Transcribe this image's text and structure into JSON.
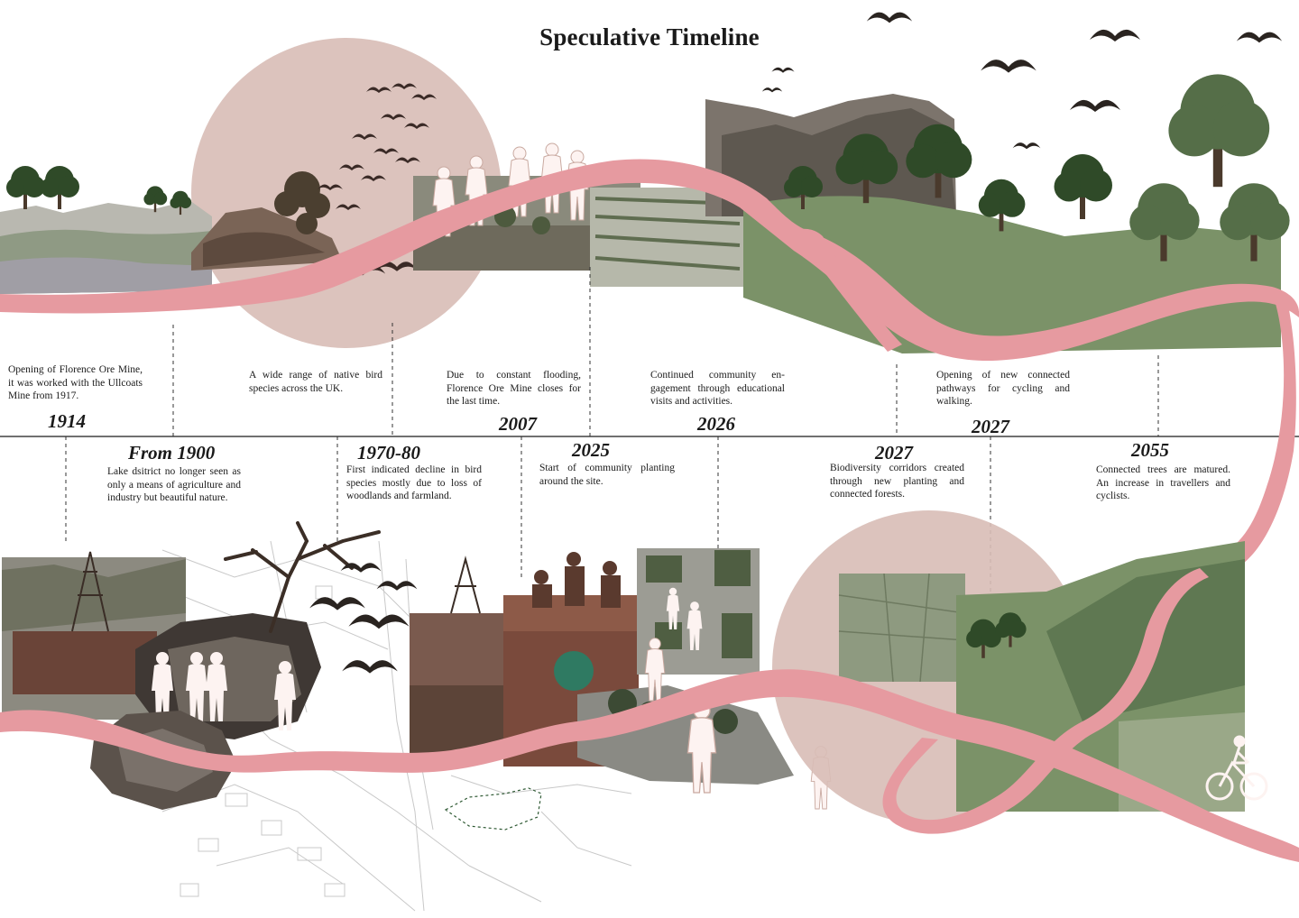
{
  "title": "Speculative Timeline",
  "colors": {
    "ribbon": "#e69aa0",
    "circle": "#d8bdb6",
    "figure": "#fdf3f1",
    "grass": "#7b9268",
    "dark_photo": "#5a5049",
    "brick": "#7a4a3c"
  },
  "events": [
    {
      "year": "1914",
      "text": "Opening of Florence Ore Mine, it was worked with the Ullcoats Mine from 1917."
    },
    {
      "year": "From 1900",
      "text": "Lake dsitrict no longer seen as only a means of agricul­ture and industry but beauti­ful nature."
    },
    {
      "year": "",
      "text": "A wide range of native bird species across the UK."
    },
    {
      "year": "1970-80",
      "text": "First indicated decline in bird species mostly due to loss of woodlands and farmland."
    },
    {
      "year": "2007",
      "text": "Due to constant flooding, Florence Ore Mine closes for the last time."
    },
    {
      "year": "2025",
      "text": "Start of community planting around the site."
    },
    {
      "year": "2026",
      "text": "Continued community en­gagement through educa­tional visits and activities."
    },
    {
      "year": "2027",
      "text": "Biodiversity corridors creat­ed through new planting and connected forests."
    },
    {
      "year": "2027",
      "text": "Opening of new connect­ed pathways for cycling and walking."
    },
    {
      "year": "2055",
      "text": "Connected trees are matured. An increase in travellers and cyclists."
    }
  ],
  "icons": [
    "bird-icon",
    "tree-icon",
    "mountain-icon",
    "person-silhouette-icon",
    "cyclist-icon",
    "plaque-icon",
    "mine-headframe-icon"
  ]
}
